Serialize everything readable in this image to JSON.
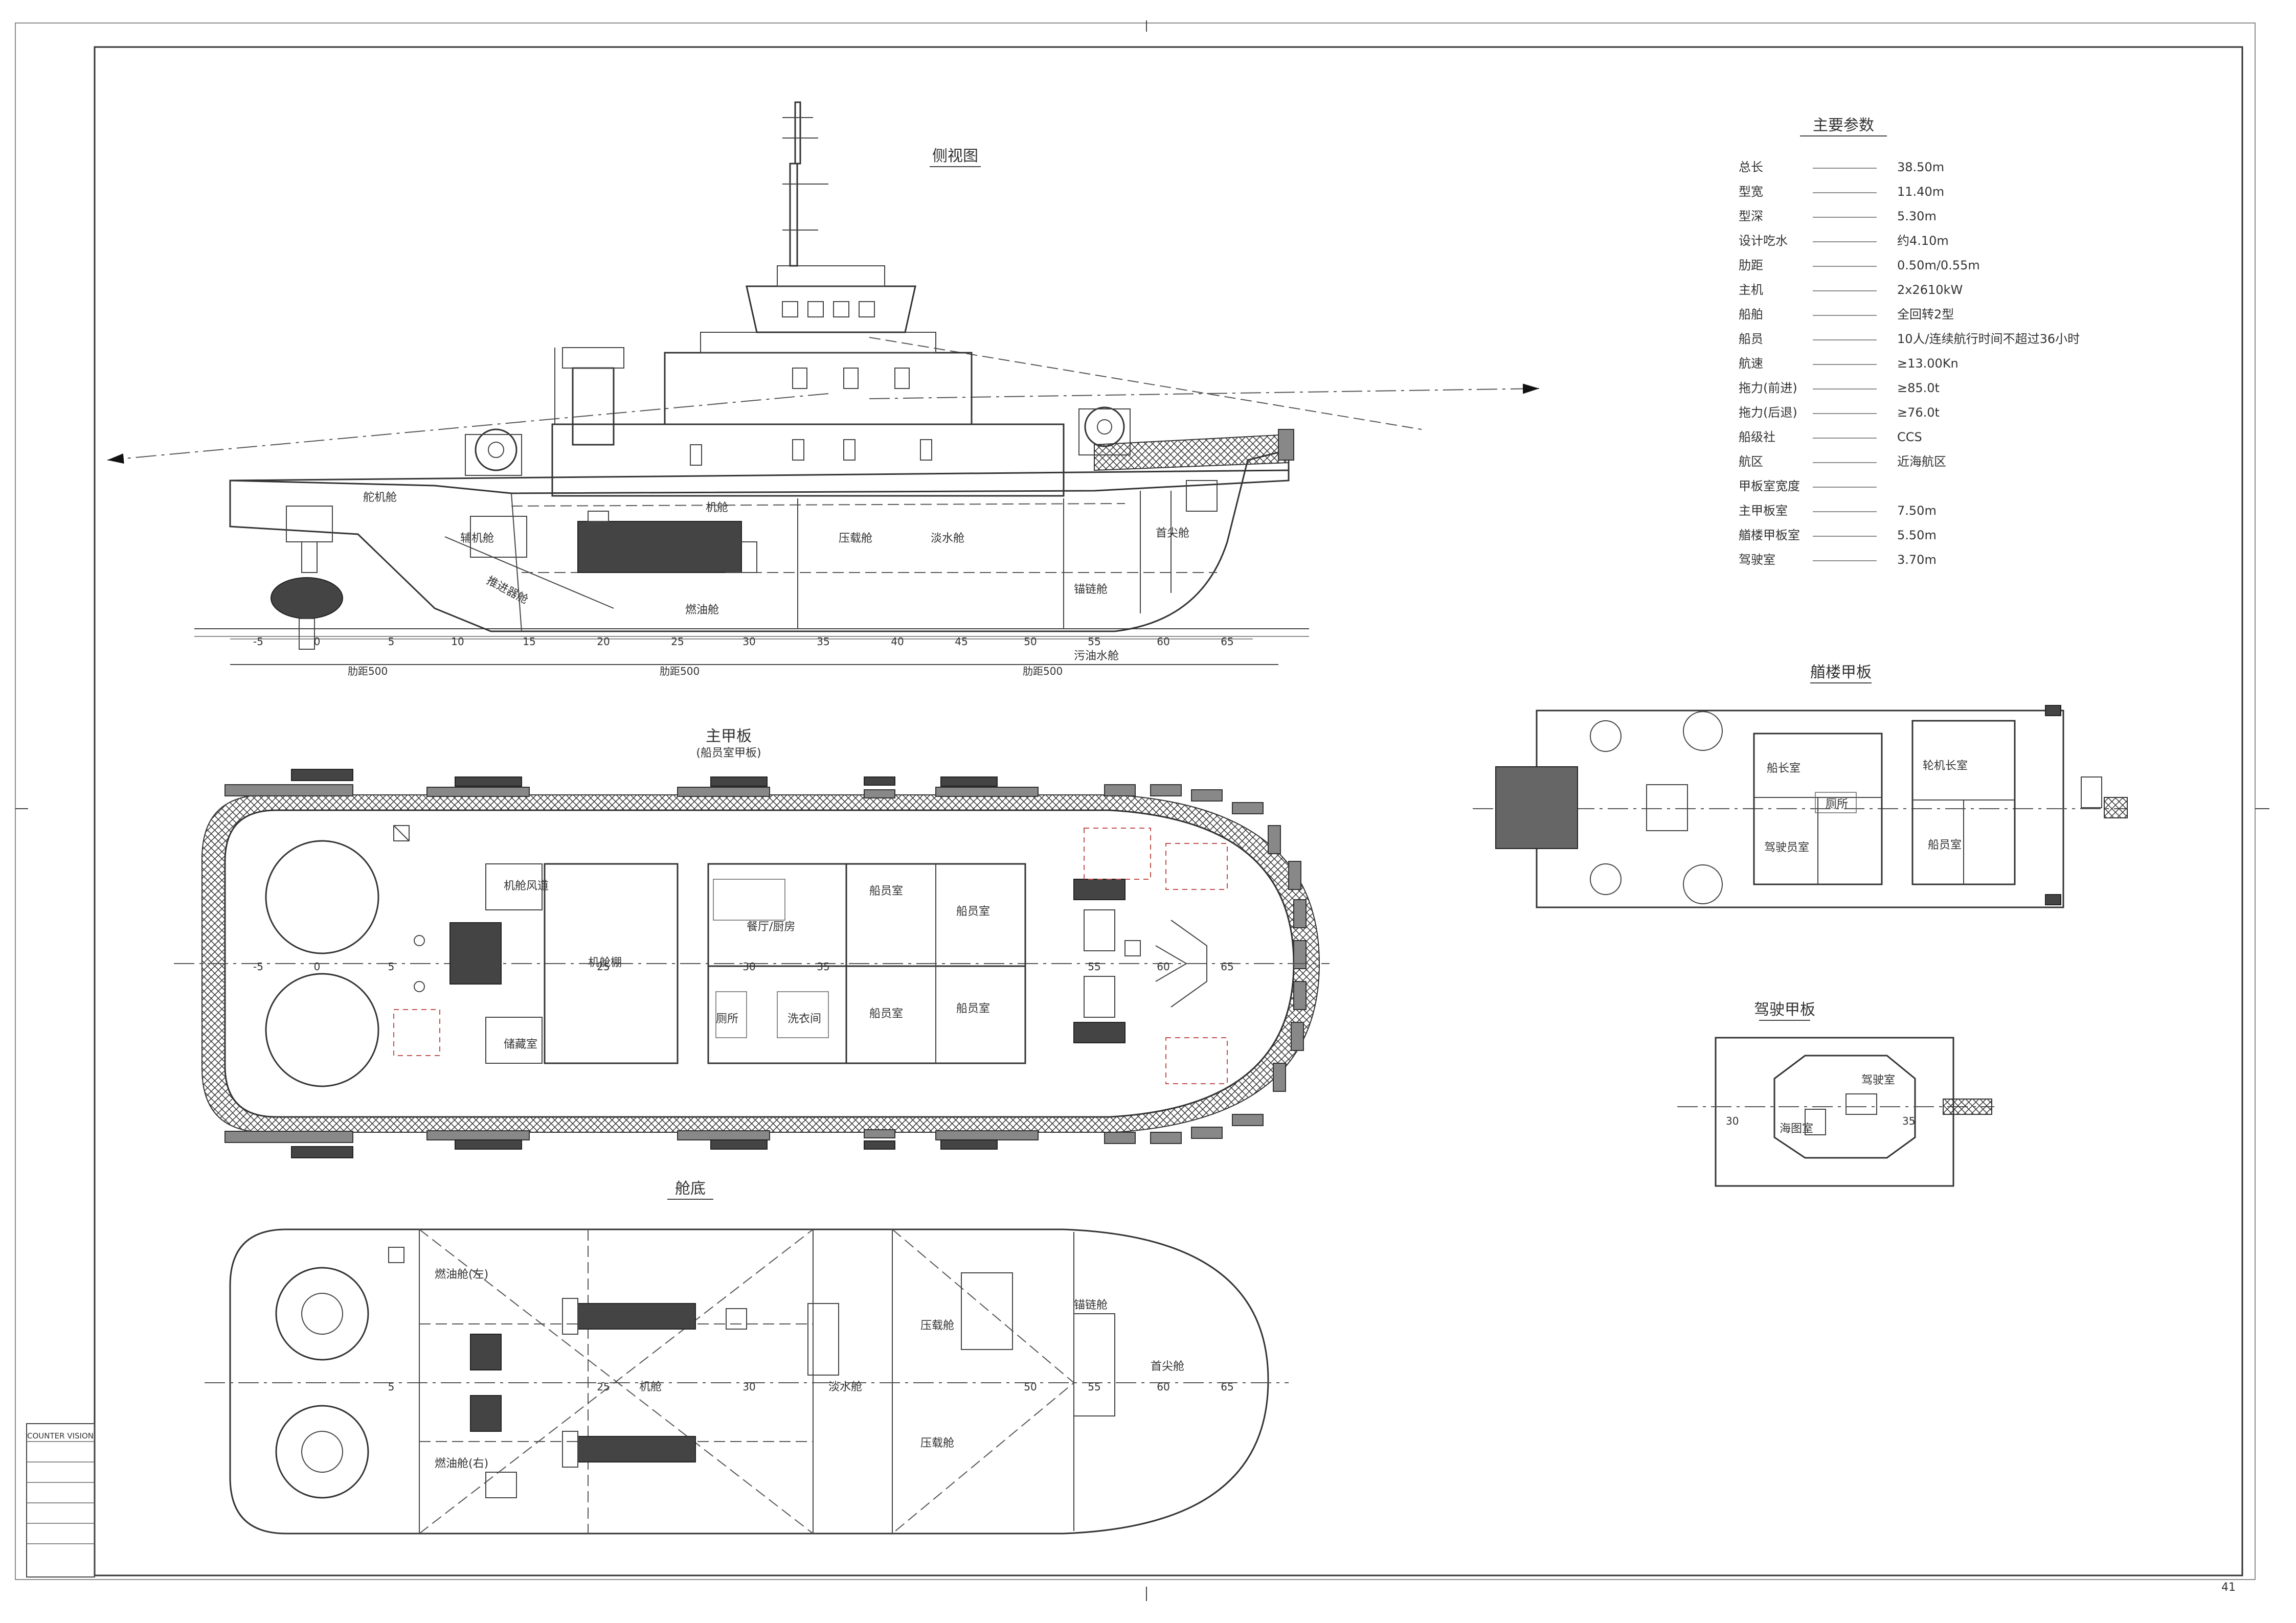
{
  "drawing": {
    "sheet_number": "41",
    "revision_block_label": "COUNTER VISION"
  },
  "views": {
    "profile": {
      "title": "侧视图",
      "frame_ticks": [
        "-5",
        "0",
        "5",
        "10",
        "15",
        "20",
        "25",
        "30",
        "35",
        "40",
        "45",
        "50",
        "55",
        "60",
        "65"
      ],
      "spacing_notes": [
        "肋距500",
        "肋距500",
        "肋距500"
      ],
      "rooms": [
        "舵机舱",
        "推进器舱",
        "辅机舱",
        "机舱",
        "燃油舱",
        "压载舱",
        "淡水舱",
        "首尖舱",
        "锚链舱",
        "污油水舱"
      ]
    },
    "main_deck": {
      "title": "主甲板",
      "subtitle": "(船员室甲板)",
      "frame_ticks": [
        "-5",
        "0",
        "5",
        "25",
        "30",
        "35",
        "55",
        "60",
        "65"
      ],
      "rooms": [
        "机舱风道",
        "机舱棚",
        "餐厅/厨房",
        "船员室",
        "船员室",
        "厕所",
        "洗衣间",
        "储藏室",
        "船员室",
        "船员室"
      ]
    },
    "hold": {
      "title": "舱底",
      "frame_ticks": [
        "5",
        "25",
        "30",
        "50",
        "55",
        "60",
        "65"
      ],
      "rooms": [
        "燃油舱(左)",
        "燃油舱(右)",
        "机舱",
        "淡水舱",
        "压载舱",
        "压载舱",
        "首尖舱",
        "锚链舱"
      ]
    },
    "forecastle": {
      "title": "艏楼甲板",
      "rooms": [
        "船长室",
        "轮机长室",
        "船员室",
        "厕所",
        "驾驶员室"
      ]
    },
    "bridge": {
      "title": "驾驶甲板",
      "rooms": [
        "驾驶室",
        "海图室"
      ],
      "frame_ticks": [
        "30",
        "35"
      ]
    }
  },
  "specs": {
    "title": "主要参数",
    "rows": [
      {
        "label": "总长",
        "value": "38.50m"
      },
      {
        "label": "型宽",
        "value": "11.40m"
      },
      {
        "label": "型深",
        "value": "5.30m"
      },
      {
        "label": "设计吃水",
        "value": "约4.10m"
      },
      {
        "label": "肋距",
        "value": "0.50m/0.55m"
      },
      {
        "label": "主机",
        "value": "2x2610kW"
      },
      {
        "label": "船舶",
        "value": "全回转2型"
      },
      {
        "label": "船员",
        "value": "10人/连续航行时间不超过36小时"
      },
      {
        "label": "航速",
        "value": "≥13.00Kn"
      },
      {
        "label": "拖力(前进)",
        "value": "≥85.0t"
      },
      {
        "label": "拖力(后退)",
        "value": "≥76.0t"
      },
      {
        "label": "船级社",
        "value": "CCS"
      },
      {
        "label": "航区",
        "value": "近海航区"
      },
      {
        "label": "甲板室宽度",
        "value": ""
      },
      {
        "label": "主甲板室",
        "value": "7.50m"
      },
      {
        "label": "艏楼甲板室",
        "value": "5.50m"
      },
      {
        "label": "驾驶室",
        "value": "3.70m"
      }
    ]
  },
  "colors": {
    "line": "#333333",
    "accent": "#c0504d",
    "fender": "#888888"
  }
}
